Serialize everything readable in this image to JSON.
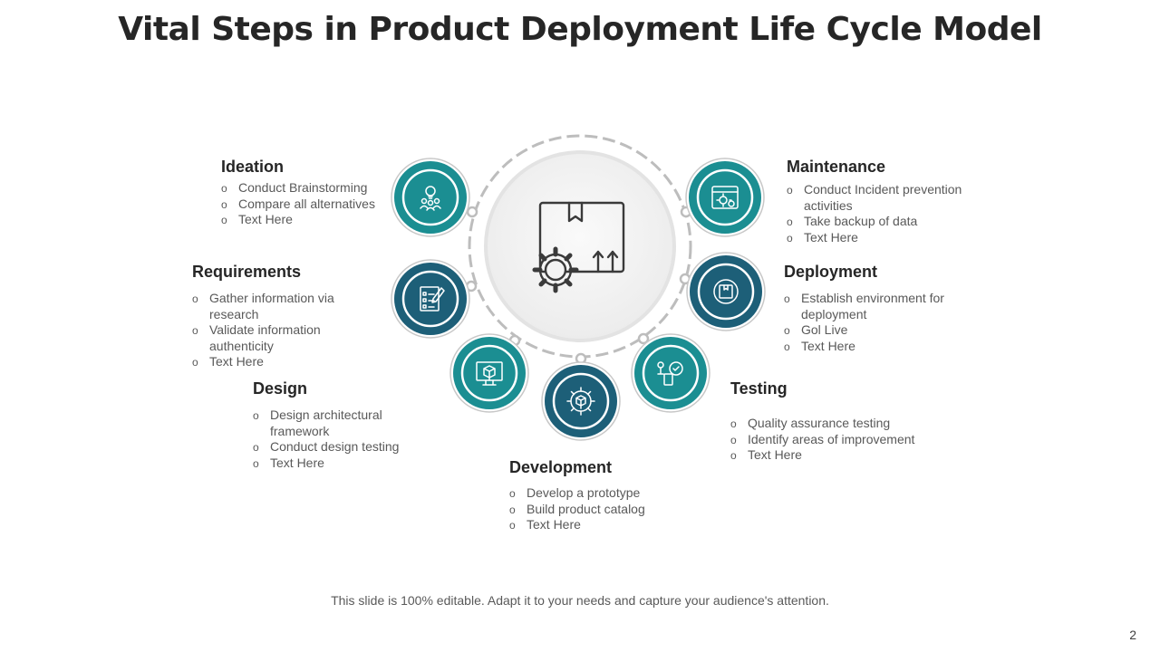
{
  "title": "Vital Steps in Product Deployment Life Cycle Model",
  "colors": {
    "teal": "#1b8e92",
    "navy": "#1d5f78",
    "ring": "#a6a6a6"
  },
  "center_icon": "box-with-gear-and-arrows-icon",
  "steps": [
    {
      "title": "Ideation",
      "icon": "lightbulb-team-icon",
      "items": [
        "Conduct Brainstorming",
        "Compare all alternatives",
        "Text Here"
      ]
    },
    {
      "title": "Requirements",
      "icon": "checklist-icon",
      "items": [
        "Gather information via research",
        "Validate information authenticity",
        "Text Here"
      ]
    },
    {
      "title": "Design",
      "icon": "monitor-cube-icon",
      "items": [
        "Design architectural framework",
        "Conduct design testing",
        "Text Here"
      ]
    },
    {
      "title": "Development",
      "icon": "gear-cube-icon",
      "items": [
        "Develop a prototype",
        "Build product catalog",
        "Text Here"
      ]
    },
    {
      "title": "Testing",
      "icon": "quality-check-icon",
      "items": [
        "Quality assurance testing",
        "Identify areas of improvement",
        "Text Here"
      ]
    },
    {
      "title": "Deployment",
      "icon": "deploy-box-icon",
      "items": [
        "Establish environment for deployment",
        "Gol Live",
        "Text Here"
      ]
    },
    {
      "title": "Maintenance",
      "icon": "browser-settings-icon",
      "items": [
        "Conduct Incident prevention activities",
        "Take backup of data",
        "Text Here"
      ]
    }
  ],
  "footer": "This slide is 100% editable. Adapt it to your needs and capture your audience's attention.",
  "page_number": "2"
}
